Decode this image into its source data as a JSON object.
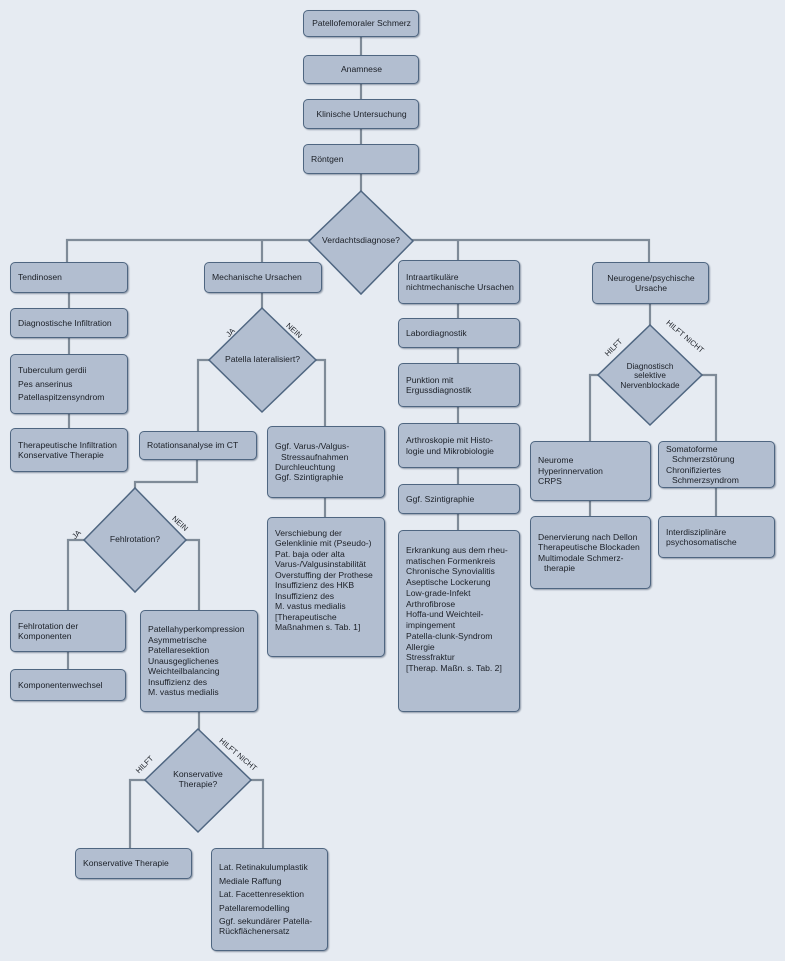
{
  "steps": {
    "start": "Patellofemoraler Schmerz",
    "anamnese": "Anamnese",
    "klinisch": "Klinische Untersuchung",
    "roentgen": "Röntgen"
  },
  "decisions": {
    "verdacht": "Verdachtsdiagnose?",
    "patella": "Patella lateralisiert?",
    "fehlrotation": "Fehlrotation?",
    "konservativ": [
      "Konservative",
      "Therapie?"
    ],
    "nervenblockade": [
      "Diagnostisch",
      "selektive",
      "Nervenblockade"
    ]
  },
  "branch_labels": {
    "ja": "JA",
    "nein": "NEIN",
    "hilft": "HILFT",
    "hilft_nicht": "HILFT NICHT"
  },
  "tendinosen": {
    "title": "Tendinosen",
    "infiltration": "Diagnostische Infiltration",
    "locations": [
      "Tuberculum gerdii",
      "Pes anserinus",
      "Patellaspitzensyndrom"
    ],
    "therapy": [
      "Therapeutische Infiltration",
      "Konservative Therapie"
    ]
  },
  "mechanisch": {
    "title": "Mechanische Ursachen",
    "rotation_ct": "Rotationsanalyse im CT",
    "nein_tests": [
      "Ggf. Varus-/Valgus-",
      "Stressaufnahmen",
      "Durchleuchtung",
      "Ggf. Szintigraphie"
    ],
    "nein_findings": [
      [
        "Verschiebung der",
        "Gelenklinie mit (Pseudo-)",
        "Pat. baja oder alta"
      ],
      [
        "Varus-/Valgusinstabilität"
      ],
      [
        "Overstuffing der Prothese"
      ],
      [
        "Insuffizienz des HKB"
      ],
      [
        "Insuffizienz des",
        "M. vastus medialis"
      ],
      [
        "[Therapeutische",
        "Maßnahmen s. Tab. 1]"
      ]
    ],
    "fehlrotation_ja": [
      "Fehlrotation der",
      "Komponenten"
    ],
    "komponentenwechsel": "Komponentenwechsel",
    "fehlrotation_nein": [
      [
        "Patellahyperkompression"
      ],
      [
        "Asymmetrische",
        "Patellaresektion"
      ],
      [
        "Unausgeglichenes",
        "Weichteilbalancing"
      ],
      [
        "Insuffizienz des",
        "M. vastus medialis"
      ]
    ],
    "konservative_therapie": "Konservative Therapie",
    "operative": [
      [
        "Lat. Retinakulumplastik"
      ],
      [
        "Mediale Raffung"
      ],
      [
        "Lat. Facettenresektion"
      ],
      [
        "Patellaremodelling"
      ],
      [
        "Ggf.  sekundärer Patella-",
        "Rückflächenersatz"
      ]
    ]
  },
  "intraartikulaer": {
    "title": [
      "Intraartikuläre",
      "nichtmechanische Ursachen"
    ],
    "labor": "Labordiagnostik",
    "punktion": [
      "Punktion mit",
      "Ergussdiagnostik"
    ],
    "arthroskopie": [
      "Arthroskopie mit Histo-",
      "logie und Mikrobiologie"
    ],
    "szintigraphie": "Ggf. Szintigraphie",
    "erkrankungen": [
      [
        "Erkrankung aus dem rheu-",
        "matischen Formenkreis"
      ],
      [
        "Chronische Synovialitis"
      ],
      [
        "Aseptische Lockerung"
      ],
      [
        "Low-grade-Infekt"
      ],
      [
        "Arthrofibrose"
      ],
      [
        "Hoffa-und Weichteil-",
        "impingement"
      ],
      [
        "Patella-clunk-Syndrom"
      ],
      [
        "Allergie"
      ],
      [
        "Stressfraktur"
      ],
      [
        "[Therap. Maßn. s. Tab. 2]"
      ]
    ]
  },
  "neurogen": {
    "title": [
      "Neurogene/psychische",
      "Ursache"
    ],
    "hilft_box": [
      "Neurome",
      "Hyperinnervation",
      "CRPS"
    ],
    "hilft_therapy": [
      [
        "Denervierung nach Dellon"
      ],
      [
        "Therapeutische Blockaden"
      ],
      [
        "Multimodale Schmerz-",
        "therapie"
      ]
    ],
    "hilft_nicht_box": [
      [
        "Somatoforme",
        "Schmerzstörung"
      ],
      [
        "Chronifiziertes",
        "Schmerzsyndrom"
      ]
    ],
    "hilft_nicht_therapy": [
      "Interdisziplinäre",
      "psychosomatische"
    ]
  },
  "colors": {
    "background": "#e6ebf2",
    "box_fill": "#b2bed0",
    "box_border": "#4f6681",
    "connector": "#7f8b98"
  }
}
